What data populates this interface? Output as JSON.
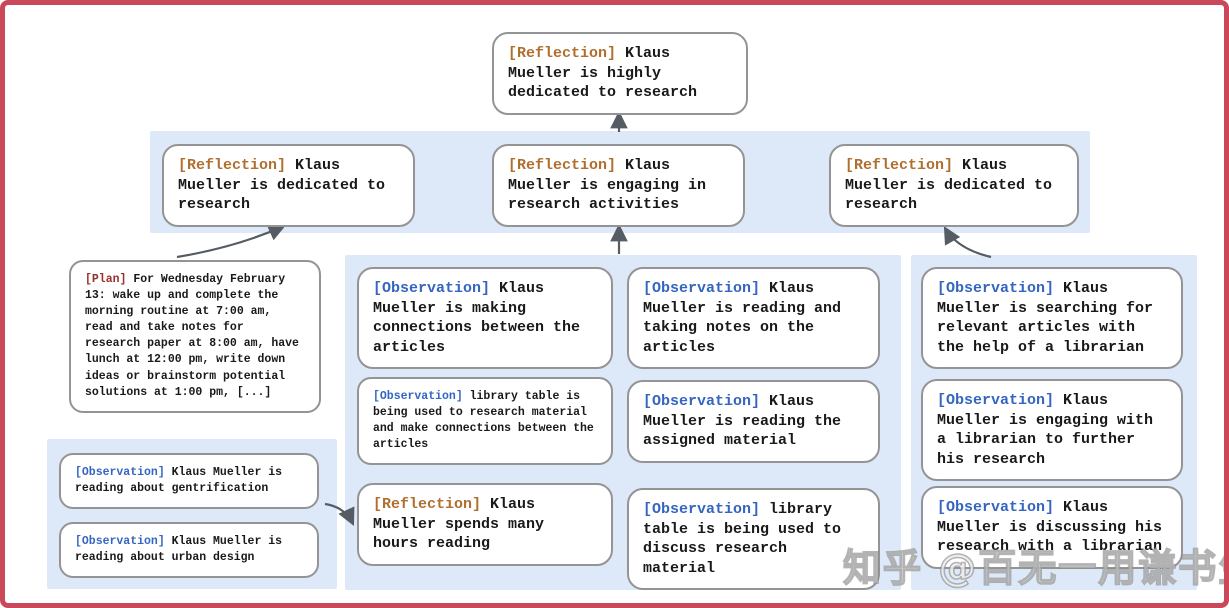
{
  "colors": {
    "frame_border": "#c9495a",
    "band_background": "#dde9f8",
    "box_border": "#949494",
    "reflection_tag": "#b06f2f",
    "observation_tag": "#3465c2",
    "plan_tag": "#96302a",
    "arrow": "#565c64"
  },
  "nodes": {
    "top_reflection": {
      "tag": "[Reflection]",
      "text": "Klaus Mueller is highly dedicated to research"
    },
    "row2": [
      {
        "tag": "[Reflection]",
        "text": "Klaus Mueller is dedicated to research"
      },
      {
        "tag": "[Reflection]",
        "text": "Klaus Mueller is engaging in research activities"
      },
      {
        "tag": "[Reflection]",
        "text": "Klaus Mueller is dedicated to research"
      }
    ],
    "plan": {
      "tag": "[Plan]",
      "text": "For Wednesday February 13: wake up and complete the morning routine at 7:00 am, read and take notes for research paper at 8:00 am, have lunch at 12:00 pm, write down ideas or brainstorm potential solutions at 1:00 pm, [...]"
    },
    "left_observations": [
      {
        "tag": "[Observation]",
        "text": "Klaus Mueller is reading about gentrification"
      },
      {
        "tag": "[Observation]",
        "text": "Klaus Mueller is reading about urban design"
      }
    ],
    "mid_col1": [
      {
        "tag": "[Observation]",
        "text": "Klaus Mueller is making connections between the articles"
      },
      {
        "tag": "[Observation]",
        "text": "library table is being used to research material and make connections between the articles"
      },
      {
        "tag": "[Reflection]",
        "text": "Klaus Mueller spends many hours reading"
      }
    ],
    "mid_col2": [
      {
        "tag": "[Observation]",
        "text": "Klaus Mueller is reading and taking notes on the articles"
      },
      {
        "tag": "[Observation]",
        "text": "Klaus Mueller is reading the assigned material"
      },
      {
        "tag": "[Observation]",
        "text": "library table is being used to discuss research material"
      }
    ],
    "right_col": [
      {
        "tag": "[Observation]",
        "text": "Klaus Mueller is searching for relevant articles with the help of a librarian"
      },
      {
        "tag": "[Observation]",
        "text": "Klaus Mueller is engaging with a librarian to further his research"
      },
      {
        "tag": "[Observation]",
        "text": "Klaus Mueller is discussing his research with a librarian"
      }
    ]
  },
  "watermark": "知乎 @百无一用谦书生"
}
